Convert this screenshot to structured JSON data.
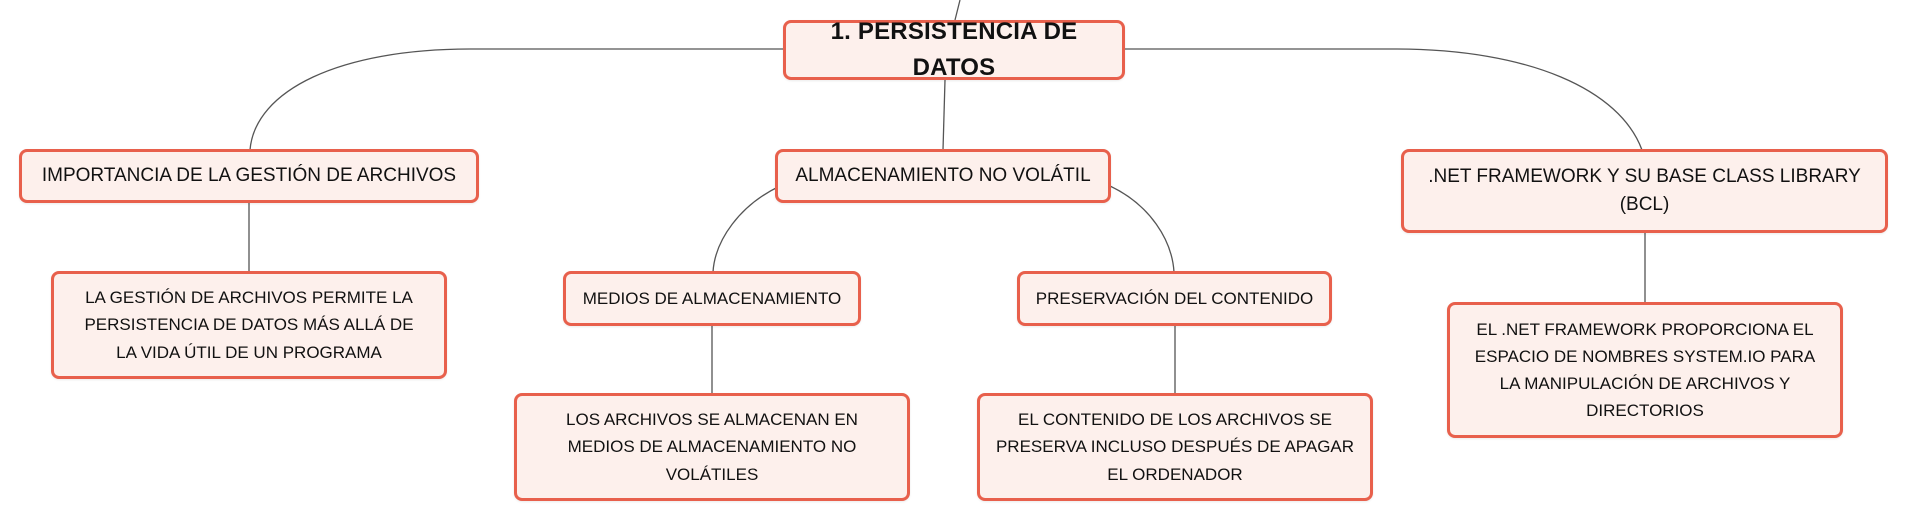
{
  "diagram": {
    "colors": {
      "node_border": "#e8604c",
      "node_fill": "#fdf0ec",
      "connector": "#555555",
      "text": "#111111"
    },
    "root": {
      "label": "1. PERSISTENCIA DE DATOS"
    },
    "importancia": {
      "label": "IMPORTANCIA DE LA GESTIÓN DE ARCHIVOS",
      "detail": "LA GESTIÓN DE ARCHIVOS PERMITE LA PERSISTENCIA DE DATOS MÁS ALLÁ DE LA VIDA ÚTIL DE UN PROGRAMA"
    },
    "almacenamiento": {
      "label": "ALMACENAMIENTO NO VOLÁTIL",
      "medios": {
        "label": "MEDIOS DE ALMACENAMIENTO",
        "detail": "LOS ARCHIVOS SE ALMACENAN EN MEDIOS DE ALMACENAMIENTO NO VOLÁTILES"
      },
      "preservacion": {
        "label": "PRESERVACIÓN DEL CONTENIDO",
        "detail": "EL CONTENIDO DE LOS ARCHIVOS SE PRESERVA INCLUSO DESPUÉS DE APAGAR EL ORDENADOR"
      }
    },
    "dotnet": {
      "label": ".NET FRAMEWORK Y SU BASE CLASS LIBRARY (BCL)",
      "detail": "EL .NET FRAMEWORK PROPORCIONA EL ESPACIO DE NOMBRES SYSTEM.IO PARA LA MANIPULACIÓN DE ARCHIVOS Y DIRECTORIOS"
    }
  }
}
